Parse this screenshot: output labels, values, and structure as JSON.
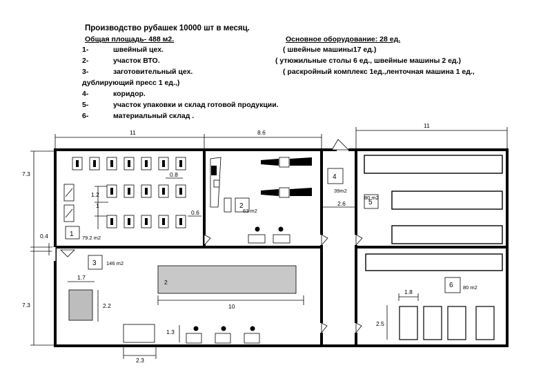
{
  "header": {
    "title": "Производство рубашек 10000 шт в месяц.",
    "area": "Общая площадь- 488 м2.",
    "equipment": "Основное оборудование: 28 ед.",
    "list": [
      {
        "num": "1-",
        "text": "швейный цех."
      },
      {
        "num": "2-",
        "text": "участок ВТО."
      },
      {
        "num": "3-",
        "text": "заготовительный цех."
      },
      {
        "num": "4-",
        "text": "коридор."
      },
      {
        "num": "5-",
        "text": "участок упаковки и склад готовой продукции."
      },
      {
        "num": "6-",
        "text": "материальный склад ."
      }
    ],
    "list_cont": "дублирующий  пресс 1 ед.,)",
    "notes": [
      "( швейные машины17 ед.)",
      "( утюжильные столы 6 ед., швейные машины 2 ед.)",
      "( раскройный комплекс 1ед.,ленточная машина 1 ед.,"
    ]
  },
  "rooms": [
    {
      "num": "1",
      "area": "79.2 m2"
    },
    {
      "num": "2",
      "area": "63 m2"
    },
    {
      "num": "3",
      "area": "146 m2"
    },
    {
      "num": "4",
      "area": "39m2"
    },
    {
      "num": "5",
      "area": "80 m2"
    },
    {
      "num": "6",
      "area": "80 m2"
    }
  ],
  "dims": {
    "top_left": "11",
    "top_mid": "8.6",
    "top_right": "11",
    "left_upper": "7.3",
    "left_lower": "7.3",
    "left_gap": "0.4",
    "d08": "0.8",
    "d12": "1.2",
    "d1": "1",
    "d06": "0.6",
    "corr": "2.6",
    "d17": "1.7",
    "d22": "2.2",
    "d2": "2",
    "d10": "10",
    "d13": "1.3",
    "d23": "2.3",
    "d18": "1.8",
    "d25": "2.5"
  }
}
